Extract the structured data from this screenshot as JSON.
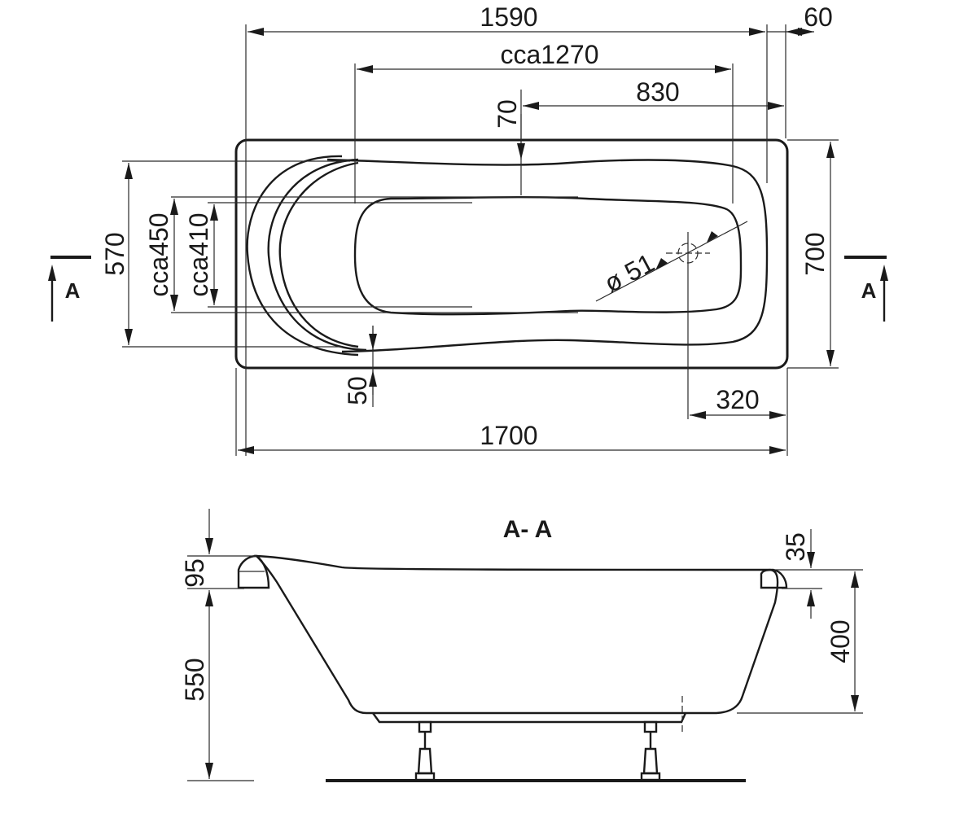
{
  "drawing": {
    "type": "bathtub technical drawing",
    "colors": {
      "line": "#1a1a1a",
      "background": "#ffffff"
    },
    "plan_view": {
      "dimensions": {
        "overall_length": "1700",
        "inner_length": "1590",
        "rim_right": "60",
        "bottom_length": "cca1270",
        "drain_to_rim": "830",
        "rim_top": "70",
        "inner_width": "570",
        "bottom_width_outer": "cca450",
        "bottom_width_inner": "cca410",
        "rim_bottom": "50",
        "overall_width": "700",
        "drain_from_end": "320",
        "drain_diameter": "ø 51"
      },
      "section_marks": {
        "left": "A",
        "right": "A"
      }
    },
    "section_view": {
      "title": "A- A",
      "dimensions": {
        "headrest_rise": "95",
        "total_height": "550",
        "rim_thickness": "35",
        "depth": "400"
      }
    }
  }
}
